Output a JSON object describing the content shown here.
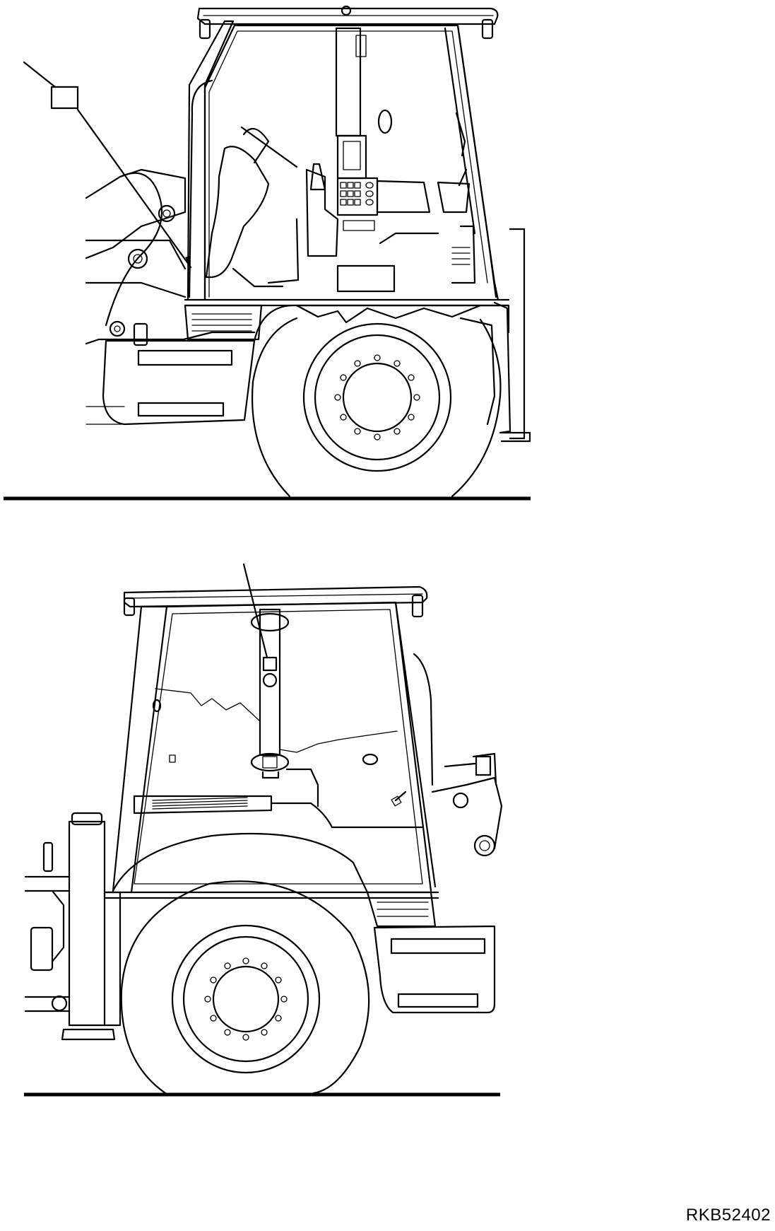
{
  "figure_code": "RKB52402",
  "callouts": [
    {
      "id": "label-location-side",
      "label": ""
    },
    {
      "id": "label-location-rear",
      "label": ""
    }
  ]
}
